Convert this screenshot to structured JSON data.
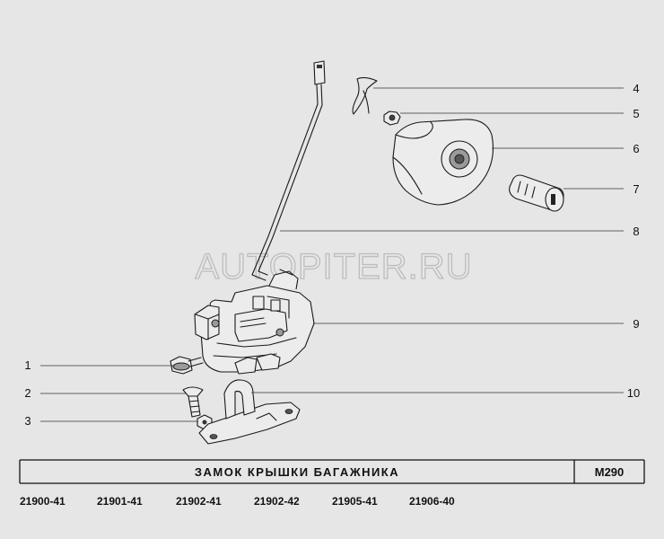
{
  "watermark": "AUTOPITER.RU",
  "title": "ЗАМОК  КРЫШКИ  БАГАЖНИКА",
  "code": "M290",
  "models": [
    "21900-41",
    "21901-41",
    "21902-41",
    "21902-42",
    "21905-41",
    "21906-40"
  ],
  "callouts": [
    "1",
    "2",
    "3",
    "4",
    "5",
    "6",
    "7",
    "8",
    "9",
    "10"
  ]
}
